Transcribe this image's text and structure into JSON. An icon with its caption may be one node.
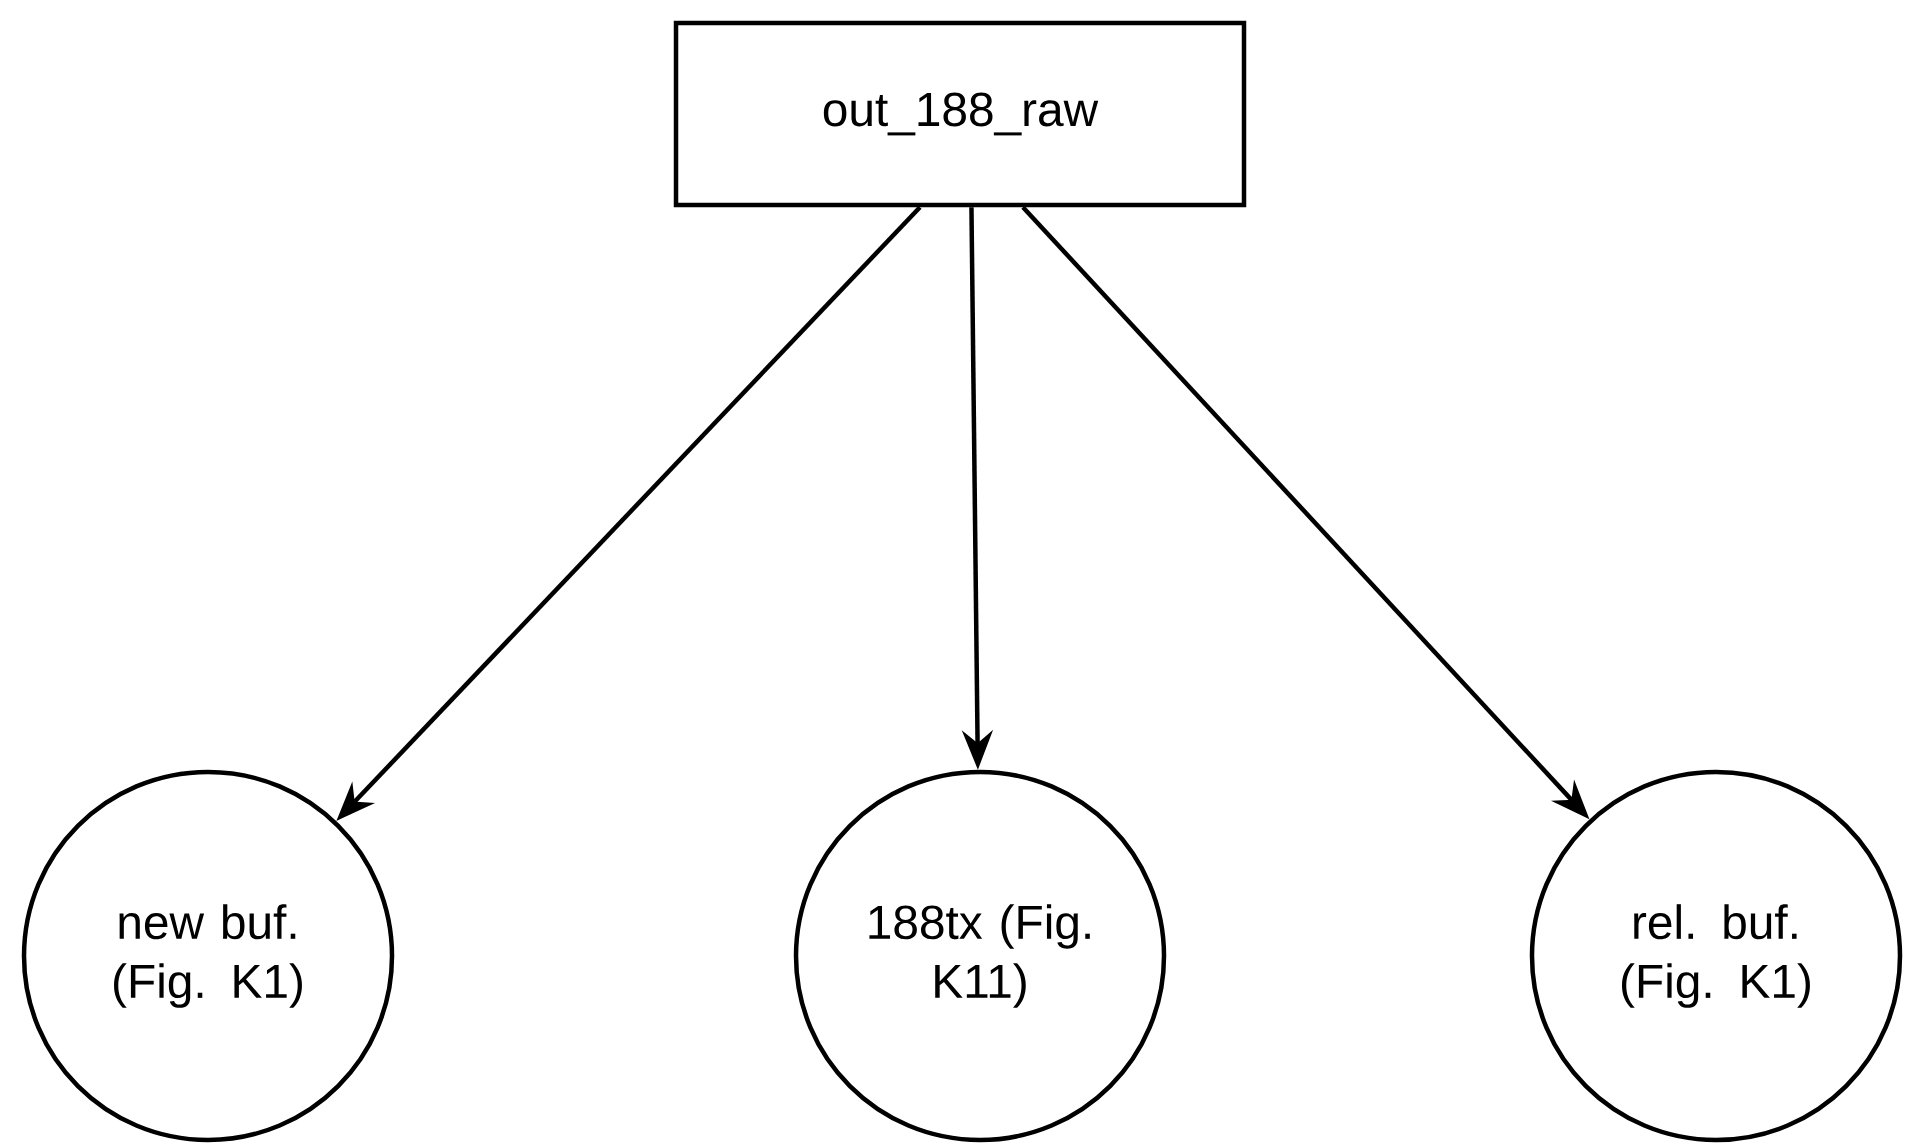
{
  "diagram": {
    "nodes": [
      {
        "text": [
          "out_188_raw"
        ]
      },
      {
        "text": [
          "new buf. (Fig. K1)"
        ]
      },
      {
        "text": [
          "188tx (Fig. K11)"
        ]
      },
      {
        "text": [
          "rel. buf. (Fig. K1)"
        ]
      }
    ],
    "edges": [
      {
        "from": 0,
        "to": 1,
        "arrow": "to"
      },
      {
        "from": 0,
        "to": 2,
        "arrow": "to"
      },
      {
        "from": 0,
        "to": 3,
        "arrow": "to"
      }
    ]
  }
}
